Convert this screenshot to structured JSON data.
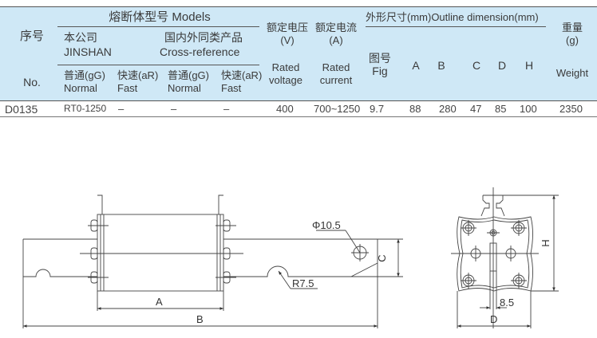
{
  "table": {
    "header": {
      "no_cn": "序号",
      "no_en": "No.",
      "models": "熔断体型号 Models",
      "jinshan_cn": "本公司",
      "jinshan_en": "JINSHAN",
      "cross_cn": "国内外同类产品",
      "cross_en": "Cross-reference",
      "gg_cn": "普通(gG)",
      "gg_en": "Normal",
      "ar_cn": "快速(aR)",
      "ar_en": "Fast",
      "voltage_cn": "额定电压",
      "voltage_unit": "(V)",
      "voltage_en_1": "Rated",
      "voltage_en_2": "voltage",
      "current_cn": "额定电流",
      "current_unit": "(A)",
      "current_en_1": "Rated",
      "current_en_2": "current",
      "outline": "外形尺寸(mm)Outline dimension(mm)",
      "fig_cn": "图号",
      "fig_en": "Fig",
      "dim_a": "A",
      "dim_b": "B",
      "dim_c": "C",
      "dim_d": "D",
      "dim_h": "H",
      "weight_cn": "重量",
      "weight_unit": "(g)",
      "weight_en": "Weight"
    },
    "rows": [
      {
        "no": "D0135",
        "jinshan_gg": "RT0-1250",
        "jinshan_ar": "–",
        "cross_gg": "–",
        "cross_ar": "–",
        "voltage": "400",
        "current": "700~1250",
        "fig": "9.7",
        "a": "88",
        "b": "280",
        "c": "47",
        "d": "85",
        "h": "100",
        "weight": "2350"
      }
    ]
  },
  "drawing": {
    "label_a": "A",
    "label_b": "B",
    "label_c": "C",
    "label_d": "D",
    "label_h": "H",
    "hole": "Φ10.5",
    "radius": "R7.5",
    "slot": "8.5"
  }
}
